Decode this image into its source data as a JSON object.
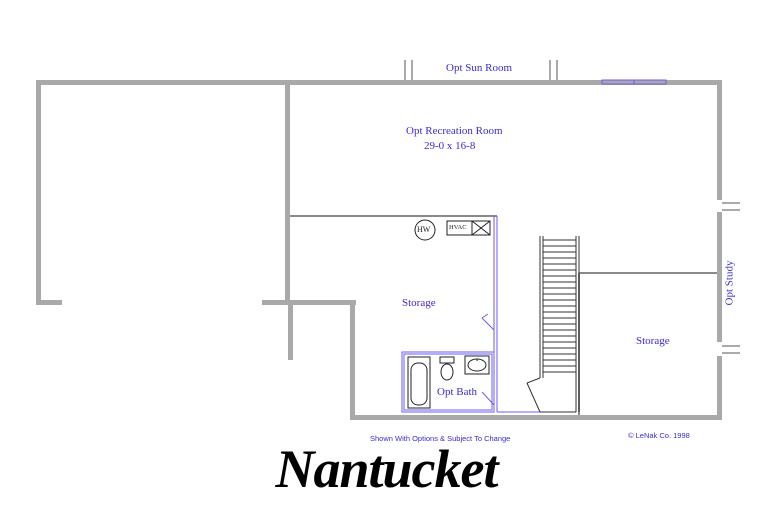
{
  "plan": {
    "title": "Nantucket",
    "rooms": {
      "sun_room": "Opt Sun Room",
      "recreation_room": "Opt Recreation Room",
      "recreation_dims": "29-0 x 16-8",
      "storage_left": "Storage",
      "storage_right": "Storage",
      "bath": "Opt Bath",
      "study": "Opt Study"
    },
    "fixtures": {
      "water_heater": "HW",
      "hvac": "HVAC"
    },
    "notes": {
      "disclaimer": "Shown With Options & Subject To Change",
      "copyright": "© LeNak Co. 1998"
    },
    "colors": {
      "wall": "#a9a9a9",
      "label": "#3b2bd6",
      "line": "#6a5cf0"
    }
  }
}
